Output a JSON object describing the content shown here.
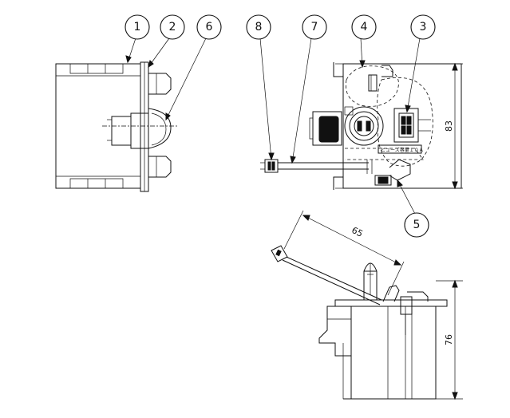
{
  "diagram": {
    "callouts": [
      {
        "id": "1",
        "label": "1"
      },
      {
        "id": "2",
        "label": "2"
      },
      {
        "id": "6",
        "label": "6"
      },
      {
        "id": "8",
        "label": "8"
      },
      {
        "id": "7",
        "label": "7"
      },
      {
        "id": "4",
        "label": "4"
      },
      {
        "id": "3",
        "label": "3"
      },
      {
        "id": "5",
        "label": "5"
      }
    ],
    "dimensions": {
      "height_top": "83",
      "cable_length": "65",
      "height_side": "76"
    },
    "fuse_label": "ヒューズ容量１０Ａ"
  }
}
